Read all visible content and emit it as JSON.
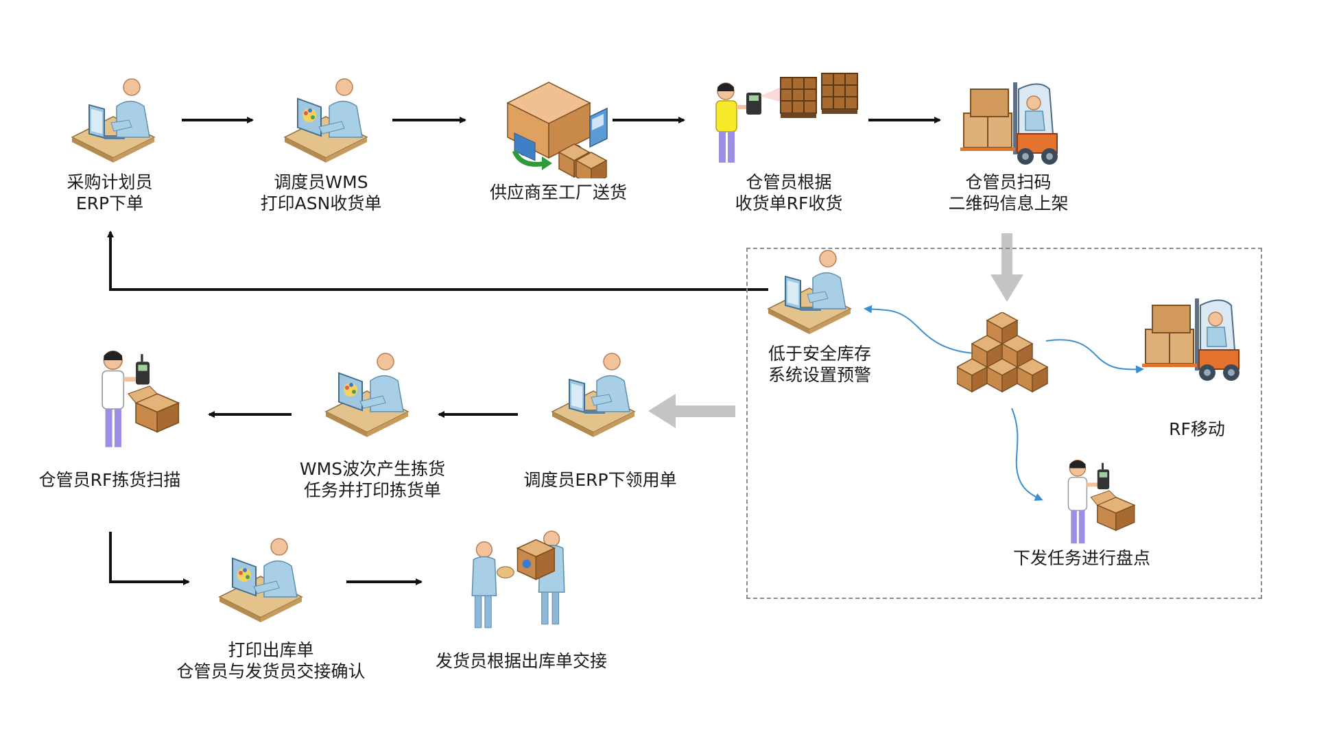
{
  "colors": {
    "flow_arrow": "#111111",
    "big_arrow": "#c4c4c4",
    "curve_arrow": "#3a8fd0",
    "dashed_border": "#8a8a8a",
    "desk": "#e4c28c",
    "person": "#a9cfe6",
    "box": "#c8894a"
  },
  "steps": {
    "s1": {
      "line1": "采购计划员",
      "line2": "ERP下单",
      "icon": "computer-user-icon"
    },
    "s2": {
      "line1": "调度员WMS",
      "line2": "打印ASN收货单",
      "icon": "wms-user-icon"
    },
    "s3": {
      "line1": "供应商至工厂送货",
      "icon": "delivery-truck-icon"
    },
    "s4": {
      "line1": "仓管员根据",
      "line2": "收货单RF收货",
      "icon": "rf-scanner-pallets-icon"
    },
    "s5": {
      "line1": "仓管员扫码",
      "line2": "二维码信息上架",
      "icon": "forklift-icon"
    },
    "s6": {
      "line1": "低于安全库存",
      "line2": "系统设置预警",
      "icon": "computer-user-icon"
    },
    "s7": {
      "line1": "RF移动",
      "icon": "forklift-icon"
    },
    "s8": {
      "line1": "下发任务进行盘点",
      "icon": "rf-scanner-box-icon"
    },
    "s9": {
      "line1": "调度员ERP下领用单",
      "icon": "computer-user-icon"
    },
    "s10": {
      "line1": "WMS波次产生拣货",
      "line2": "任务并打印拣货单",
      "icon": "wms-user-icon"
    },
    "s11": {
      "line1": "仓管员RF拣货扫描",
      "icon": "rf-scanner-box-icon"
    },
    "s12": {
      "line1": "打印出库单",
      "line2": "仓管员与发货员交接确认",
      "icon": "wms-user-icon"
    },
    "s13": {
      "line1": "发货员根据出库单交接",
      "icon": "handover-people-icon"
    }
  },
  "inventory_icon": "stacked-boxes-icon"
}
